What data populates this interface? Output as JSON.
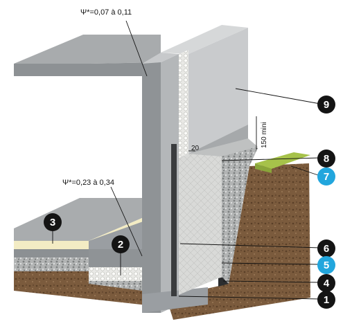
{
  "annotations": {
    "psi_top": "Ψ*=0,07 à 0,11",
    "psi_bottom": "Ψ*=0,23 à 0,34",
    "dim_150": "150 mini",
    "dim_20": "20"
  },
  "callouts": [
    {
      "id": "c9",
      "text": "9",
      "color": "black"
    },
    {
      "id": "c8",
      "text": "8",
      "color": "black"
    },
    {
      "id": "c7",
      "text": "7",
      "color": "blue"
    },
    {
      "id": "c6",
      "text": "6",
      "color": "black"
    },
    {
      "id": "c5",
      "text": "5",
      "color": "blue"
    },
    {
      "id": "c4",
      "text": "4",
      "color": "black"
    },
    {
      "id": "c1",
      "text": "1",
      "color": "black"
    },
    {
      "id": "c3",
      "text": "3",
      "color": "black"
    },
    {
      "id": "c2",
      "text": "2",
      "color": "black"
    }
  ],
  "colors": {
    "concrete": "#9a9ea2",
    "concrete_light": "#c4c6c8",
    "concrete_dark": "#6f7377",
    "insulation": "#ecebe4",
    "gravel": "#b5b7b7",
    "soil": "#7a5a3c",
    "turf": "#a6c24a",
    "screed": "#f3ecc4",
    "blue": "#22a6dd"
  }
}
